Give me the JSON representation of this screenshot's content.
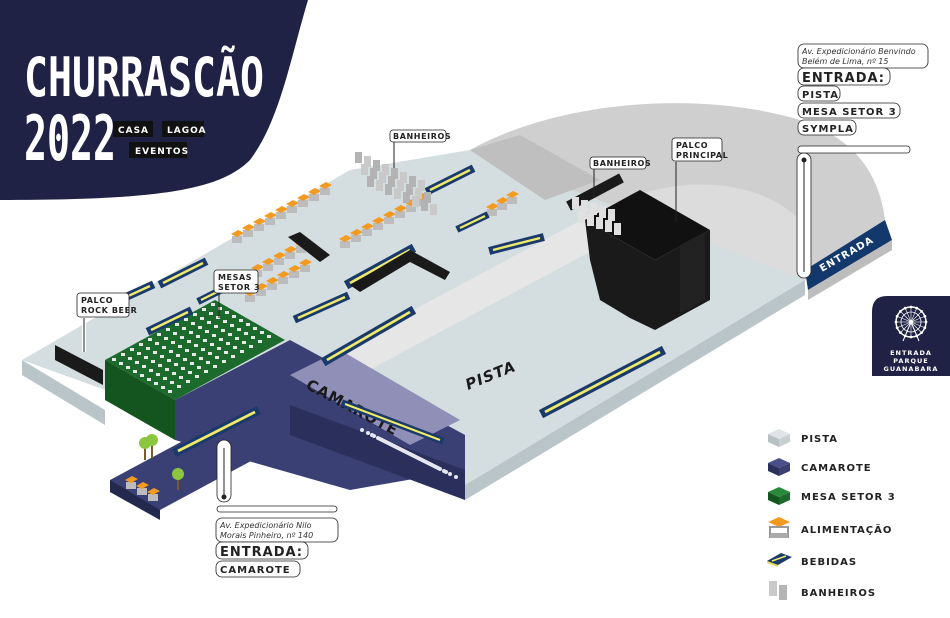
{
  "header": {
    "title_line1": "CHURRASCÃO",
    "title_line2": "2022",
    "brand_word1": "CASA",
    "brand_word2": "LAGOA",
    "brand_word3": "EVENTOS"
  },
  "colors": {
    "navy": "#1f2244",
    "pista": "#d4dde0",
    "camarote": "#3a3f74",
    "mesa_setor_3": "#1c6b2c",
    "alimentacao": "#f39a21",
    "bebidas": "#1a3a6b",
    "bebidas_strip": "#f0ea6a",
    "banheiros": "#c9c9c9",
    "palco": "#1a1a1a"
  },
  "map_labels": {
    "pista": "PISTA",
    "camarote": "CAMAROTE",
    "entrada_band": "ENTRADA",
    "palco_rock_beer": [
      "PALCO",
      "ROCK BEER"
    ],
    "mesas_setor_3": [
      "MESAS",
      "SETOR 3"
    ],
    "banheiros_left": "BANHEIROS",
    "banheiros_right": "BANHEIROS",
    "palco_principal": [
      "PALCO",
      "PRINCIPAL"
    ]
  },
  "entrance_main": {
    "address_line1": "Av. Expedicionário Benvindo",
    "address_line2": "Belém de Lima, nº 15",
    "heading": "ENTRADA:",
    "items": [
      "PISTA",
      "MESA SETOR 3",
      "SYMPLA"
    ]
  },
  "entrance_camarote": {
    "address_line1": "Av. Expedicionário Nilo",
    "address_line2": "Morais Pinheiro, nº 140",
    "heading": "ENTRADA:",
    "items": [
      "CAMAROTE"
    ]
  },
  "park_badge": {
    "icon": "ferris-wheel-icon",
    "lines": [
      "ENTRADA",
      "PARQUE",
      "GUANABARA"
    ]
  },
  "legend": [
    {
      "label": "PISTA",
      "icon": "pista-cube-icon"
    },
    {
      "label": "CAMAROTE",
      "icon": "camarote-cube-icon"
    },
    {
      "label": "MESA SETOR 3",
      "icon": "mesa-cube-icon"
    },
    {
      "label": "ALIMENTAÇÃO",
      "icon": "food-stall-icon"
    },
    {
      "label": "BEBIDAS",
      "icon": "bar-counter-icon"
    },
    {
      "label": "BANHEIROS",
      "icon": "toilet-icon"
    }
  ]
}
